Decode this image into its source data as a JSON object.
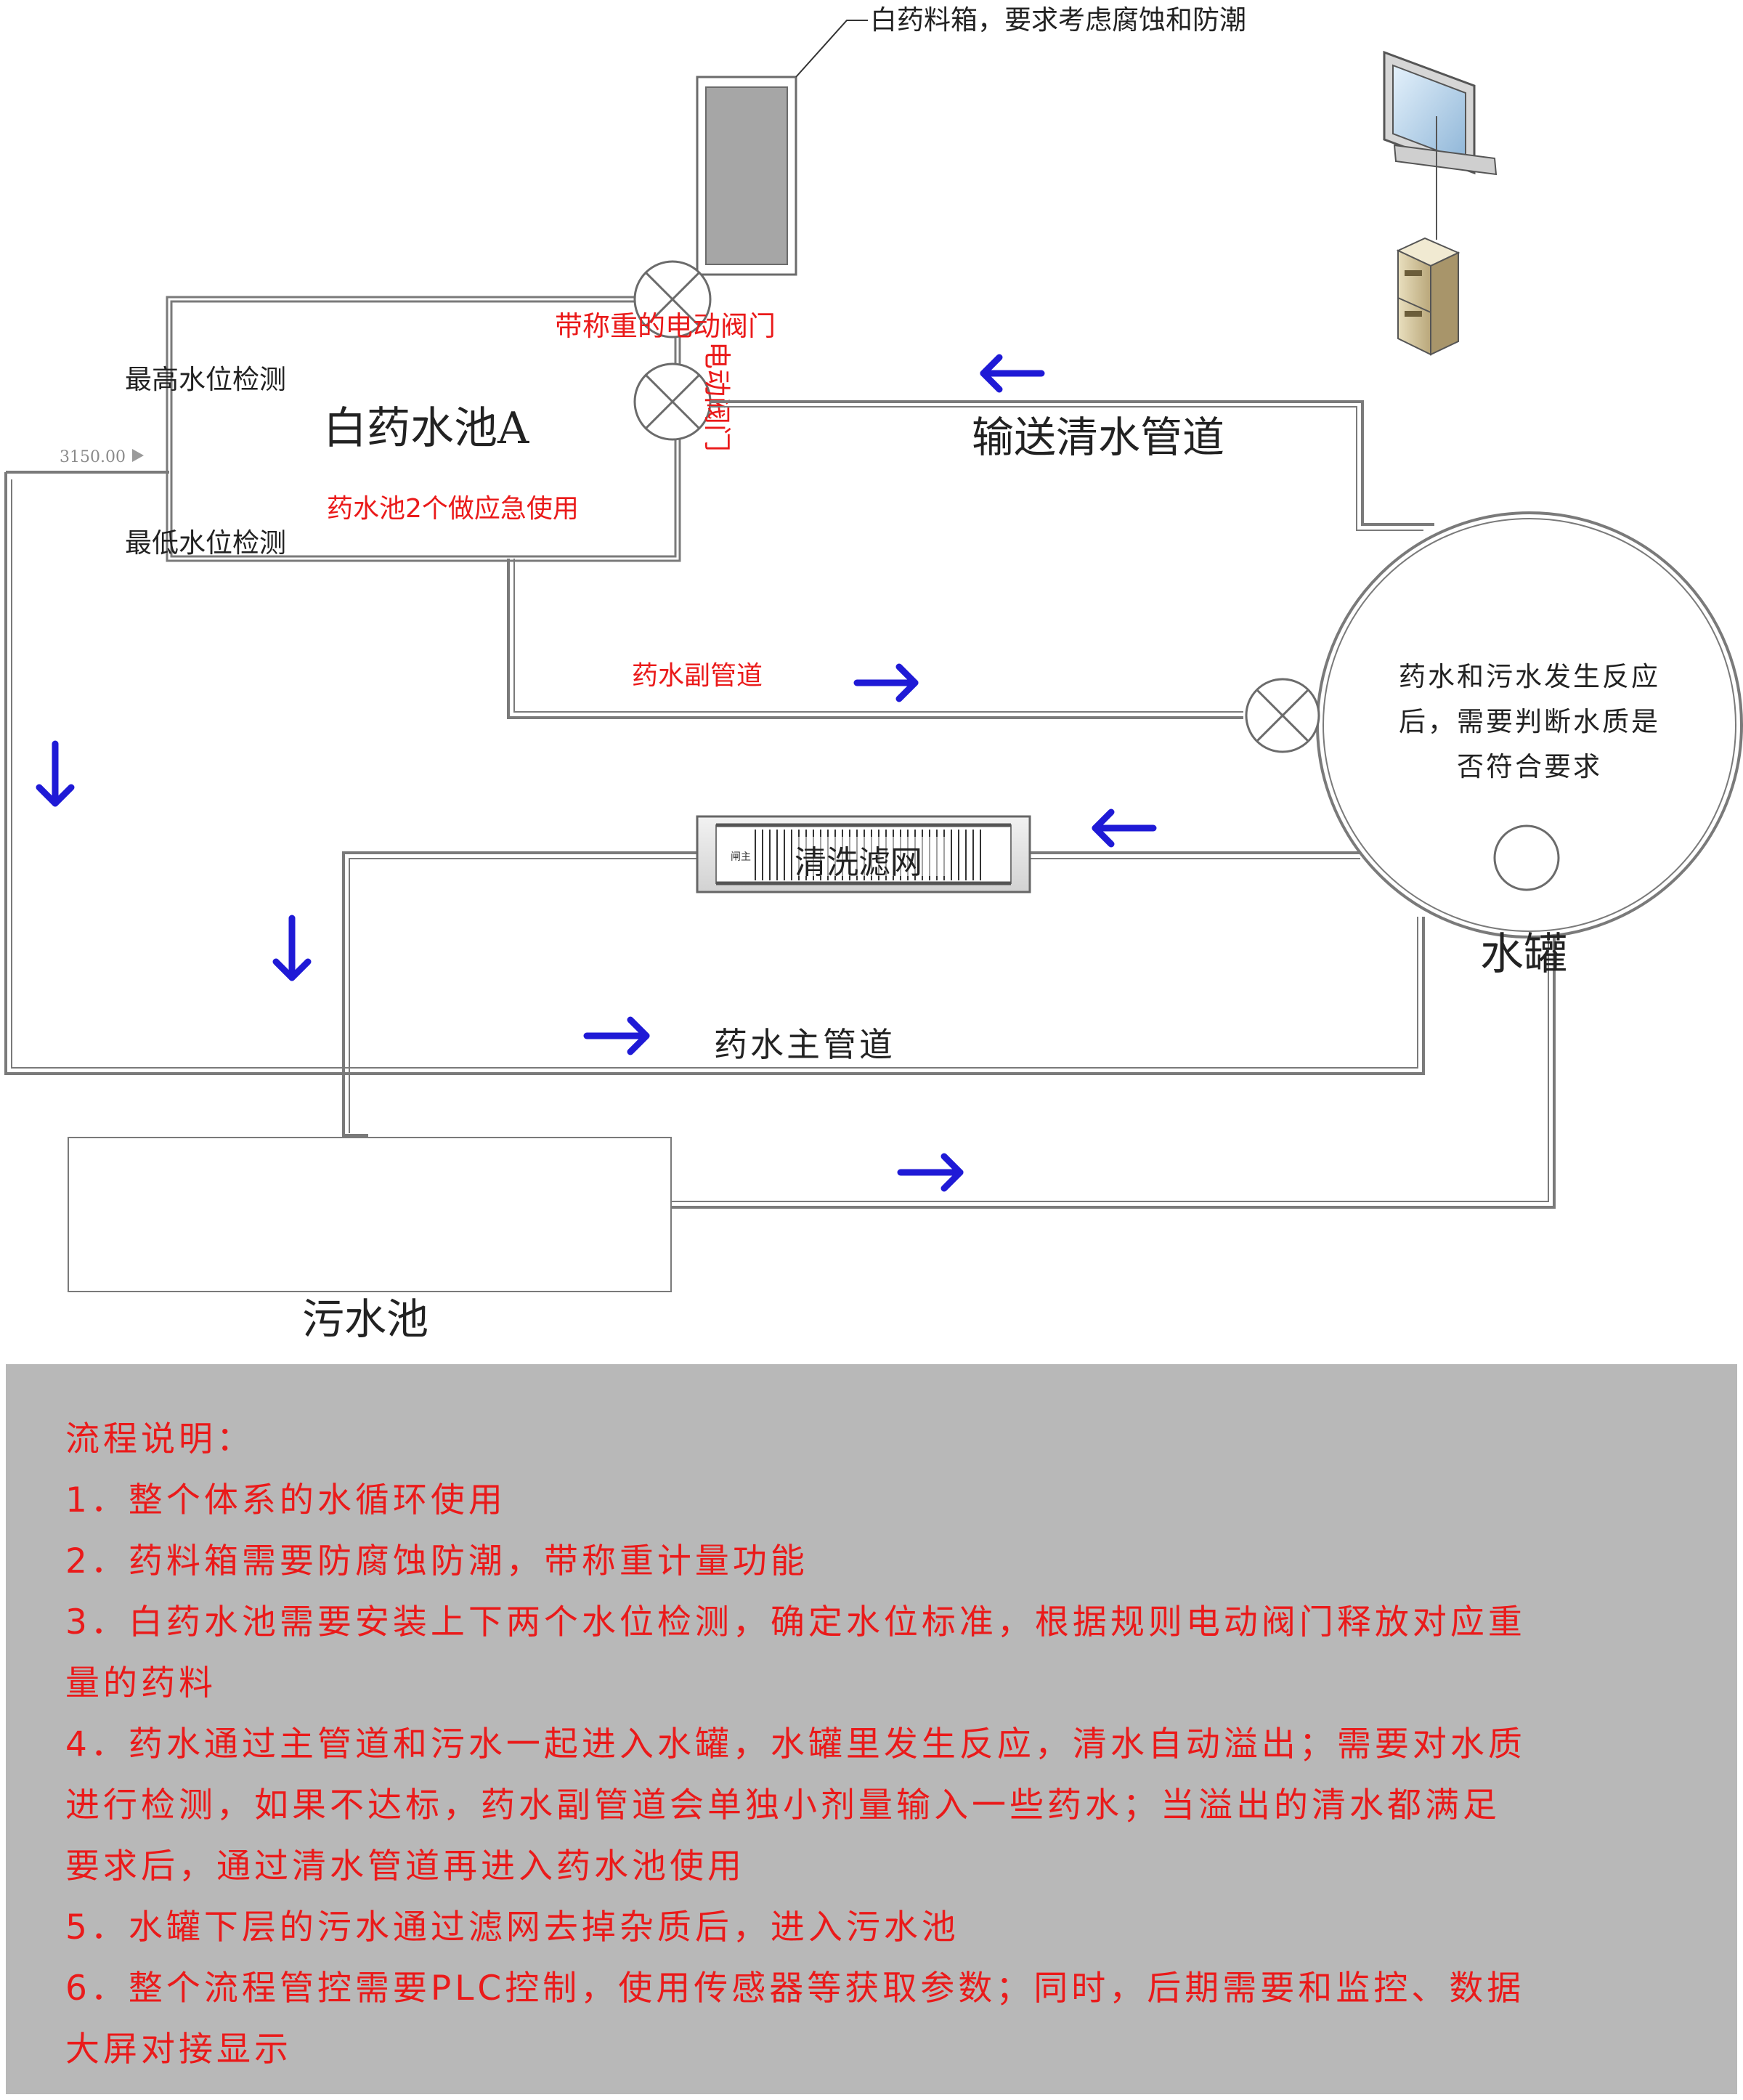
{
  "diagram": {
    "medicine_box_label": "白药料箱，要求考虑腐蚀和防潮",
    "weighing_valve_label": "带称重的电动阀门",
    "electric_valve_label": "电动阀门",
    "high_level_label": "最高水位检测",
    "low_level_label": "最低水位检测",
    "pool_a_title": "白药水池A",
    "pool_a_note": "药水池2个做应急使用",
    "level_marker": "3150.00",
    "clean_pipe_label": "输送清水管道",
    "sub_pipe_label": "药水副管道",
    "tank_text_lines": [
      "药水和污水发生反应",
      "后，需要判断水质是",
      "否符合要求"
    ],
    "tank_label": "水罐",
    "filter_label": "清洗滤网",
    "filter_small_label": "闸主",
    "main_pipe_label": "药水主管道",
    "sewage_pool_label": "污水池",
    "colors": {
      "arrow": "#1f1ad6",
      "red_text": "#ea1a1a",
      "pipe": "#6e6e6e",
      "notes_background": "#b8b8b8"
    },
    "icons": [
      "computer-monitor-icon",
      "server-icon",
      "valve-icon",
      "arrow-right-icon",
      "arrow-left-icon",
      "arrow-down-icon"
    ]
  },
  "notes": {
    "title": "流程说明：",
    "lines": [
      "1．整个体系的水循环使用",
      "2．药料箱需要防腐蚀防潮，带称重计量功能",
      "3．白药水池需要安装上下两个水位检测，确定水位标准，根据规则电动阀门释放对应重",
      "量的药料",
      "4．药水通过主管道和污水一起进入水罐，水罐里发生反应，清水自动溢出；需要对水质",
      "进行检测，如果不达标，药水副管道会单独小剂量输入一些药水；当溢出的清水都满足",
      "要求后，通过清水管道再进入药水池使用",
      "5．水罐下层的污水通过滤网去掉杂质后，进入污水池",
      "6．整个流程管控需要PLC控制，使用传感器等获取参数；同时，后期需要和监控、数据",
      "大屏对接显示"
    ]
  }
}
